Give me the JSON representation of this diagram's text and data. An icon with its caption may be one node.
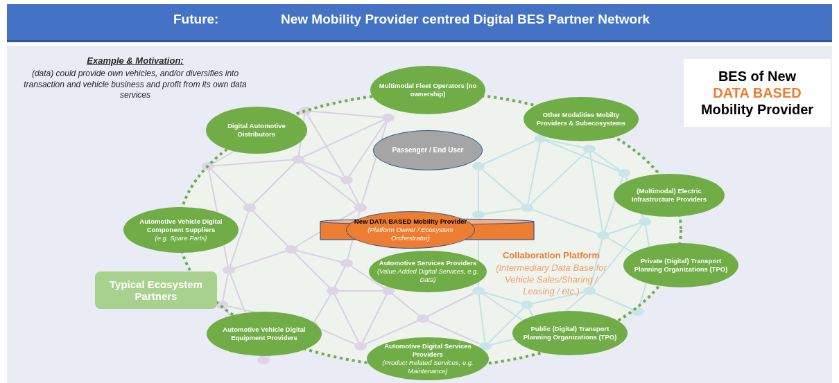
{
  "diagram": {
    "title": "New Mobility Provider centred Digital BES Partner Network",
    "nodes": [
      {
        "text": [
          "Multimodal Fleet Operators (no ownership)"
        ]
      },
      {
        "text": [
          "Digital Automotive Distributors"
        ]
      },
      {
        "text": [
          "Other Modalities Mobilty Providers & Subecosystems"
        ]
      },
      {
        "text": [
          "Passenger / End User"
        ]
      },
      {
        "text": [
          "(Multimodal) Electric Infrastructure Providers"
        ]
      },
      {
        "text": [
          "Automotive Vehicle Digital Component Suppliers",
          "(e.g. Spare Parts)"
        ]
      },
      {
        "text": [
          "New DATA BASED Mobility Provider",
          "(Platform Owner / Ecosystem Orchestrator)"
        ]
      },
      {
        "text": [
          "Automotive Services Providers",
          "(Value Added Digital Services, e.g. Data)"
        ]
      },
      {
        "text": [
          "Private (Digital) Transport Planning Organizations (TPO)"
        ]
      },
      {
        "text": [
          "Typical Ecosystem Partners"
        ]
      },
      {
        "text": [
          "Automotive Vehicle Digital Equipment Providers"
        ]
      },
      {
        "text": [
          "Public (Digital) Transport Planning Organizations (TPO)"
        ]
      },
      {
        "text": [
          "Automotive Digital Services Providers",
          "(Product Related Services, e.g. Maintenance)"
        ]
      },
      {
        "text": [
          "BES of New",
          "DATA BASED",
          "Mobility Provider"
        ]
      }
    ],
    "labels": [
      "Future:",
      "Example & Motivation:",
      "(data) could provide own vehicles, and/or diversifies into transaction and vehicle business and profit from its own data services",
      "Collaboration Platform",
      "(Intermediary Data Base for Vehicle Sales/Sharing / Leasing / etc.)"
    ]
  }
}
